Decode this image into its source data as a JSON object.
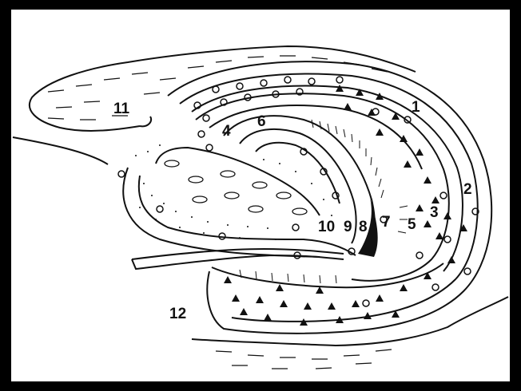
{
  "figure": {
    "labels": {
      "l1": "1",
      "l2": "2",
      "l3": "3",
      "l4": "4",
      "l5": "5",
      "l6": "6",
      "l7": "7",
      "l8": "8",
      "l9": "9",
      "l10": "10",
      "l11": "11",
      "l12": "12"
    },
    "colors": {
      "ink": "#111111",
      "paper": "#ffffff",
      "frame": "#000000"
    }
  }
}
